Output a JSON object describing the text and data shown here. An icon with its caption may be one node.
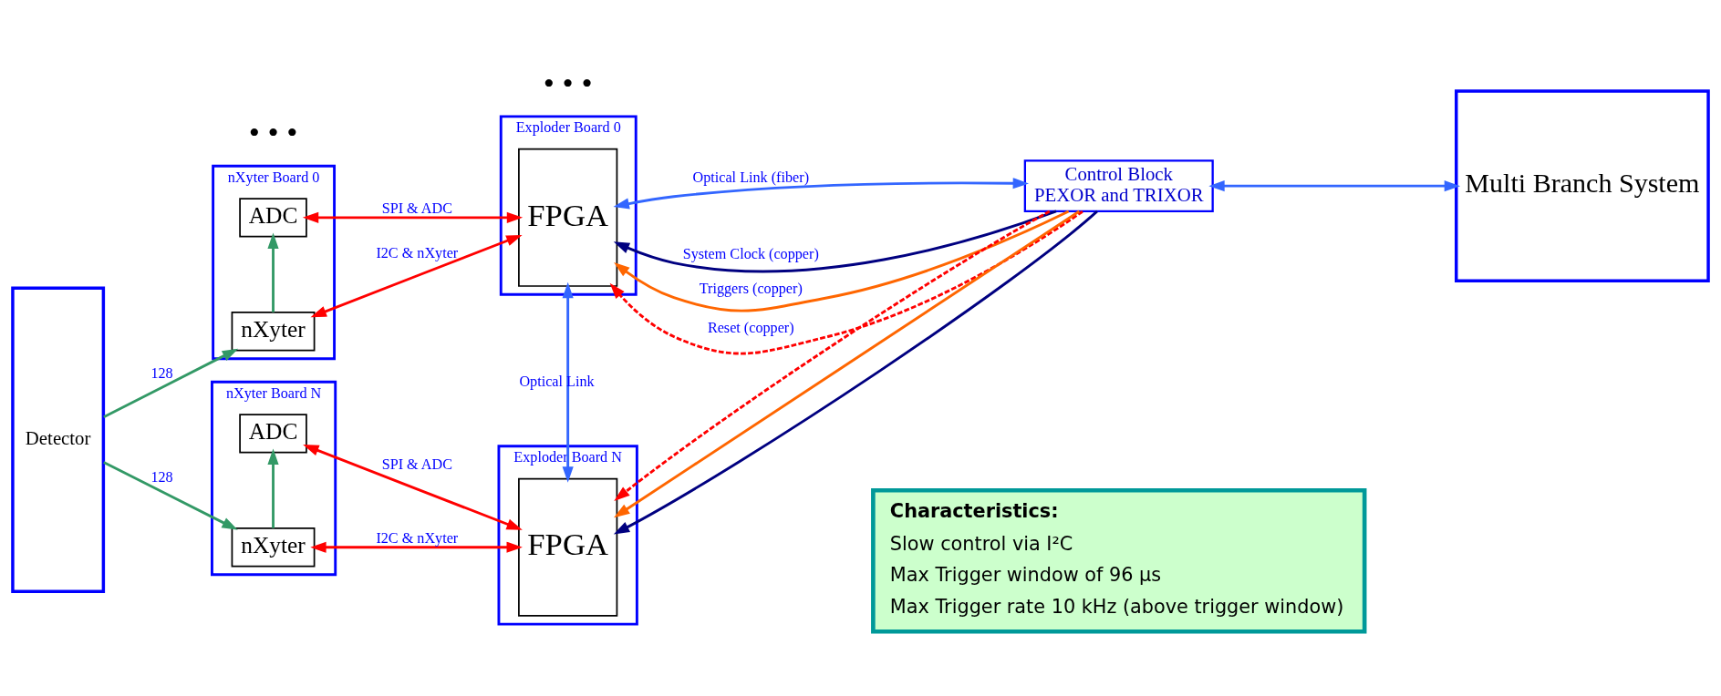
{
  "diagram": {
    "nodes": [
      {
        "text": [
          "Detector"
        ]
      },
      {
        "text": [
          "nXyter Board 0"
        ]
      },
      {
        "text": [
          "ADC"
        ],
        "in": 1
      },
      {
        "text": [
          "nXyter"
        ],
        "in": 1
      },
      {
        "text": [
          "Exploder Board 0"
        ]
      },
      {
        "text": [
          "FPGA"
        ],
        "in": 4
      },
      {
        "text": [
          "Control Block",
          "PEXOR and TRIXOR"
        ]
      },
      {
        "text": [
          "Multi Branch System"
        ]
      },
      {
        "text": [
          "nXyter Board N"
        ]
      },
      {
        "text": [
          "ADC"
        ],
        "in": 8
      },
      {
        "text": [
          "nXyter"
        ],
        "in": 8
      },
      {
        "text": [
          "Exploder Board N"
        ]
      },
      {
        "text": [
          "FPGA"
        ],
        "in": 11
      },
      {
        "text": [
          "Characteristics:",
          "Slow control via I²C",
          "Max Trigger window of 96 μs",
          "Max Trigger rate 10 kHz (above trigger window)"
        ]
      }
    ],
    "edges": [
      {
        "from": 0,
        "to": 3,
        "arrow": "to",
        "label": "128",
        "color": "#339966"
      },
      {
        "from": 0,
        "to": 10,
        "arrow": "to",
        "label": "128",
        "color": "#339966"
      },
      {
        "from": 3,
        "to": 2,
        "arrow": "to",
        "color": "#339966"
      },
      {
        "from": 10,
        "to": 9,
        "arrow": "to",
        "color": "#339966"
      },
      {
        "from": 2,
        "to": 5,
        "arrow": "both",
        "label": "SPI & ADC",
        "color": "#ff0000"
      },
      {
        "from": 3,
        "to": 5,
        "arrow": "both",
        "label": "I2C & nXyter",
        "color": "#ff0000"
      },
      {
        "from": 9,
        "to": 12,
        "arrow": "both",
        "label": "SPI & ADC",
        "color": "#ff0000"
      },
      {
        "from": 10,
        "to": 12,
        "arrow": "both",
        "label": "I2C & nXyter",
        "color": "#ff0000"
      },
      {
        "from": 5,
        "to": 6,
        "arrow": "both",
        "label": "Optical Link (fiber)",
        "color": "#3366ff"
      },
      {
        "from": 5,
        "to": 12,
        "arrow": "both",
        "label": "Optical Link",
        "color": "#3366ff"
      },
      {
        "from": 6,
        "to": 5,
        "arrow": "to",
        "label": "System Clock (copper)",
        "color": "#000080"
      },
      {
        "from": 6,
        "to": 12,
        "arrow": "to",
        "color": "#000080"
      },
      {
        "from": 6,
        "to": 5,
        "arrow": "to",
        "label": "Triggers (copper)",
        "color": "#ff6600"
      },
      {
        "from": 6,
        "to": 12,
        "arrow": "to",
        "color": "#ff6600"
      },
      {
        "from": 6,
        "to": 5,
        "arrow": "to",
        "label": "Reset (copper)",
        "style": "dashed",
        "color": "#ff0000"
      },
      {
        "from": 6,
        "to": 12,
        "arrow": "to",
        "style": "dashed",
        "color": "#ff0000"
      },
      {
        "from": 6,
        "to": 7,
        "arrow": "both",
        "color": "#3366ff"
      }
    ],
    "labels": [
      "• • •",
      "• • •"
    ]
  }
}
